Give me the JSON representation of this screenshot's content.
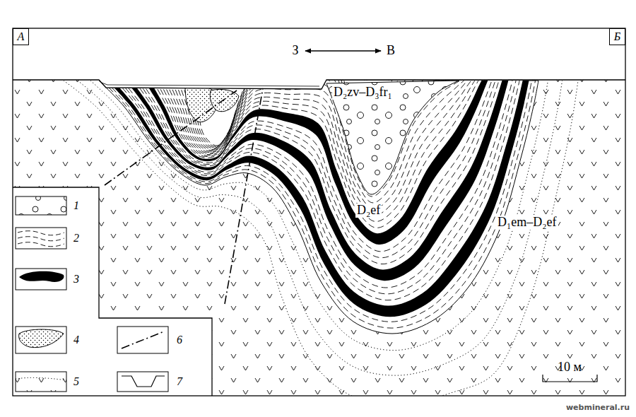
{
  "diagram": {
    "nodes": [
      {
        "text": [
          "А"
        ]
      },
      {
        "text": [
          "Б"
        ]
      }
    ],
    "labels": [
      "З",
      "В",
      "D₂zv–D₃fr₁",
      "D₂ef",
      "D₁em–D₂ef",
      "10 м",
      "webmineral.ru"
    ],
    "legend": [
      {
        "text": "1"
      },
      {
        "text": "2"
      },
      {
        "text": "3"
      },
      {
        "text": "4"
      },
      {
        "text": "5"
      },
      {
        "text": "6"
      },
      {
        "text": "7"
      }
    ]
  }
}
